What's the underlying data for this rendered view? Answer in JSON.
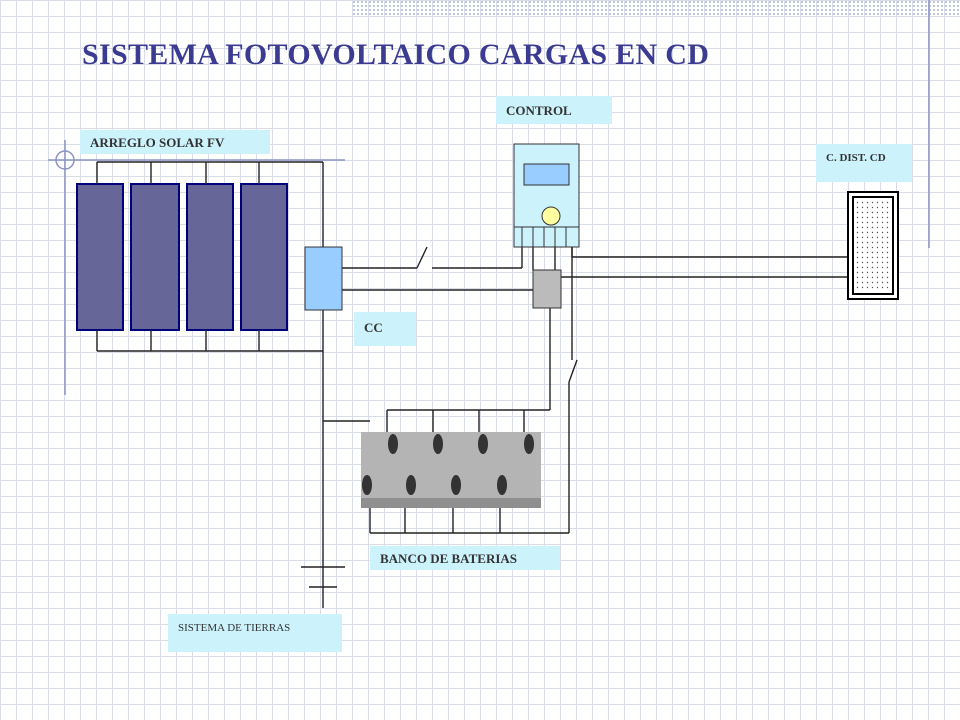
{
  "title": "SISTEMA FOTOVOLTAICO CARGAS EN CD",
  "labels": {
    "solar_array": "ARREGLO SOLAR FV",
    "control": "CONTROL",
    "dc_panel": "C. DIST.  CD",
    "cc": "CC",
    "battery_bank": "BANCO DE BATERIAS",
    "grounding": "SISTEMA  DE  TIERRAS"
  },
  "colors": {
    "title": "#3b3b92",
    "label_bg": "#ccf2fb",
    "panel_fill": "#666699",
    "panel_stroke": "#00007a",
    "cc_box": "#99ccff",
    "controller_body": "#ccf2fb",
    "battery": "#b4b4b4",
    "terminal": "#333333",
    "wire": "#222222"
  },
  "components": {
    "solar_panels": 4,
    "batteries": 4
  }
}
